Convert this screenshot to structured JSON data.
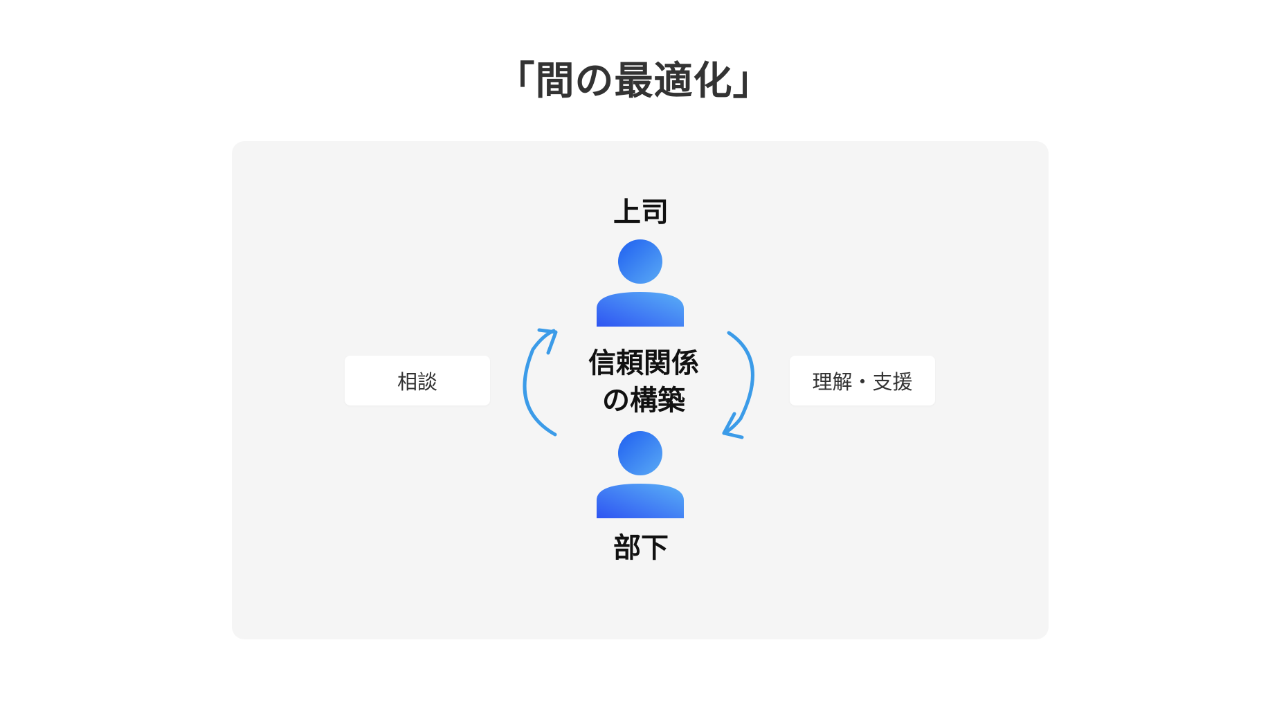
{
  "title": "「間の最適化」",
  "diagram": {
    "top_person": "上司",
    "bottom_person": "部下",
    "center_line1": "信頼関係",
    "center_line2": "の構築",
    "left_box": "相談",
    "right_box": "理解・支援"
  },
  "colors": {
    "arrow": "#3b9be8",
    "person_gradient_start": "#1f5ff0",
    "person_gradient_end": "#5aaaf5",
    "panel": "#f5f5f5"
  },
  "icons": [
    "person-icon",
    "cycle-arrow-icon"
  ]
}
